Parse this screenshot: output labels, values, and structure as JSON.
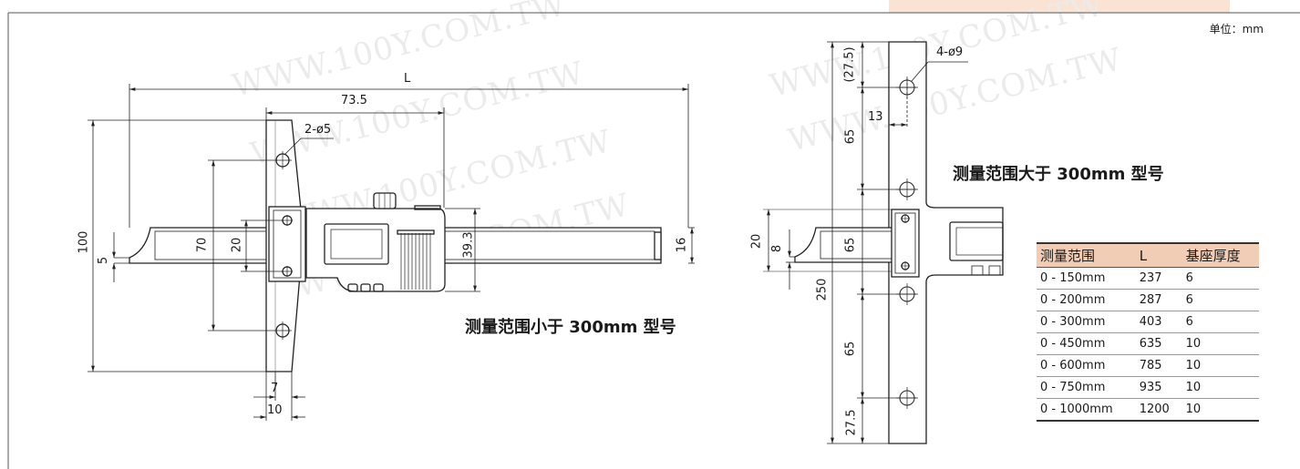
{
  "unit": "单位：mm",
  "left_view": {
    "title": "测量范围小于 300mm 型号",
    "dims": {
      "L": "L",
      "d735": "73.5",
      "holes": "2-ø5",
      "d100": "100",
      "d70": "70",
      "d20": "20",
      "d5": "5",
      "d393": "39.3",
      "d16": "16",
      "d7": "7",
      "d10": "10"
    }
  },
  "right_view": {
    "title": "测量范围大于 300mm 型号",
    "dims": {
      "holes": "4-ø9",
      "d275top": "(27.5)",
      "d13": "13",
      "d65a": "65",
      "d65b": "65",
      "d65c": "65",
      "d250": "250",
      "d20": "20",
      "d8": "8",
      "d275bot": "27.5"
    }
  },
  "table": {
    "headers": [
      "测量范围",
      "L",
      "基座厚度"
    ],
    "rows": [
      [
        "0 - 150mm",
        "237",
        "6"
      ],
      [
        "0 - 200mm",
        "287",
        "6"
      ],
      [
        "0 - 300mm",
        "403",
        "6"
      ],
      [
        "0 - 450mm",
        "635",
        "10"
      ],
      [
        "0 - 600mm",
        "785",
        "10"
      ],
      [
        "0 - 750mm",
        "935",
        "10"
      ],
      [
        "0 - 1000mm",
        "1200",
        "10"
      ]
    ]
  }
}
